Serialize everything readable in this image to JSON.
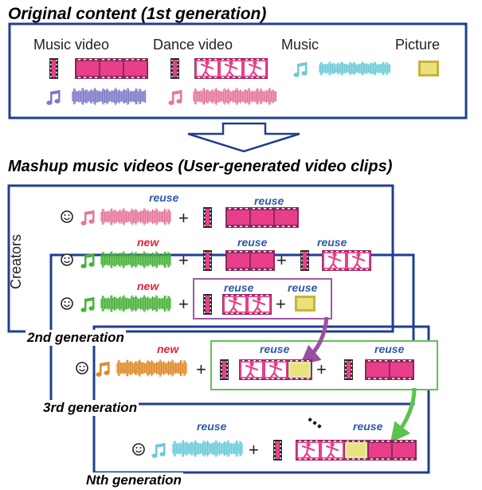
{
  "headings": {
    "original": "Original content (1st generation)",
    "mashup": "Mashup music videos (User-generated video clips)"
  },
  "original_labels": {
    "music_video": "Music video",
    "dance_video": "Dance video",
    "music": "Music",
    "picture": "Picture"
  },
  "creators_label": "Creators",
  "generations": [
    "2nd generation",
    "3rd generation",
    "Nth generation"
  ],
  "tag_reuse": "reuse",
  "tag_new": "new",
  "plus": "+",
  "ellipsis": "...",
  "colors": {
    "frame_blue": "#1f3f8f",
    "music_pink": "#e6769d",
    "music_purple": "#7f79c9",
    "music_teal": "#6ccbd8",
    "music_green": "#49b23a",
    "music_orange": "#df8a2a",
    "film_pink": "#e83e8c",
    "picture_yellow": "#e7e37a",
    "box_purple": "#9c5aa8",
    "box_green": "#63c056",
    "arrow_purple": "#9a4fa3",
    "arrow_green": "#5cc14e"
  }
}
